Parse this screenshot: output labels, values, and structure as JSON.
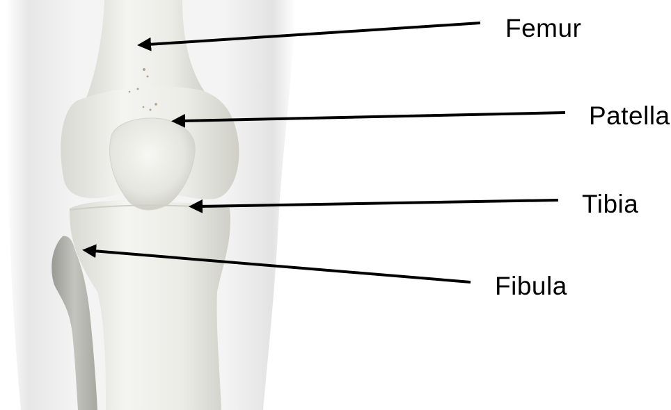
{
  "diagram": {
    "labels": [
      {
        "id": "femur",
        "text": "Femur"
      },
      {
        "id": "patella",
        "text": "Patella"
      },
      {
        "id": "tibia",
        "text": "Tibia"
      },
      {
        "id": "fibula",
        "text": "Fibula"
      }
    ]
  },
  "colors": {
    "label_text": "#000000",
    "arrow": "#000000",
    "bone": "#ebebe6",
    "bone_shadow": "#c9c9c2",
    "leg_silhouette": "#e6e6e6"
  }
}
